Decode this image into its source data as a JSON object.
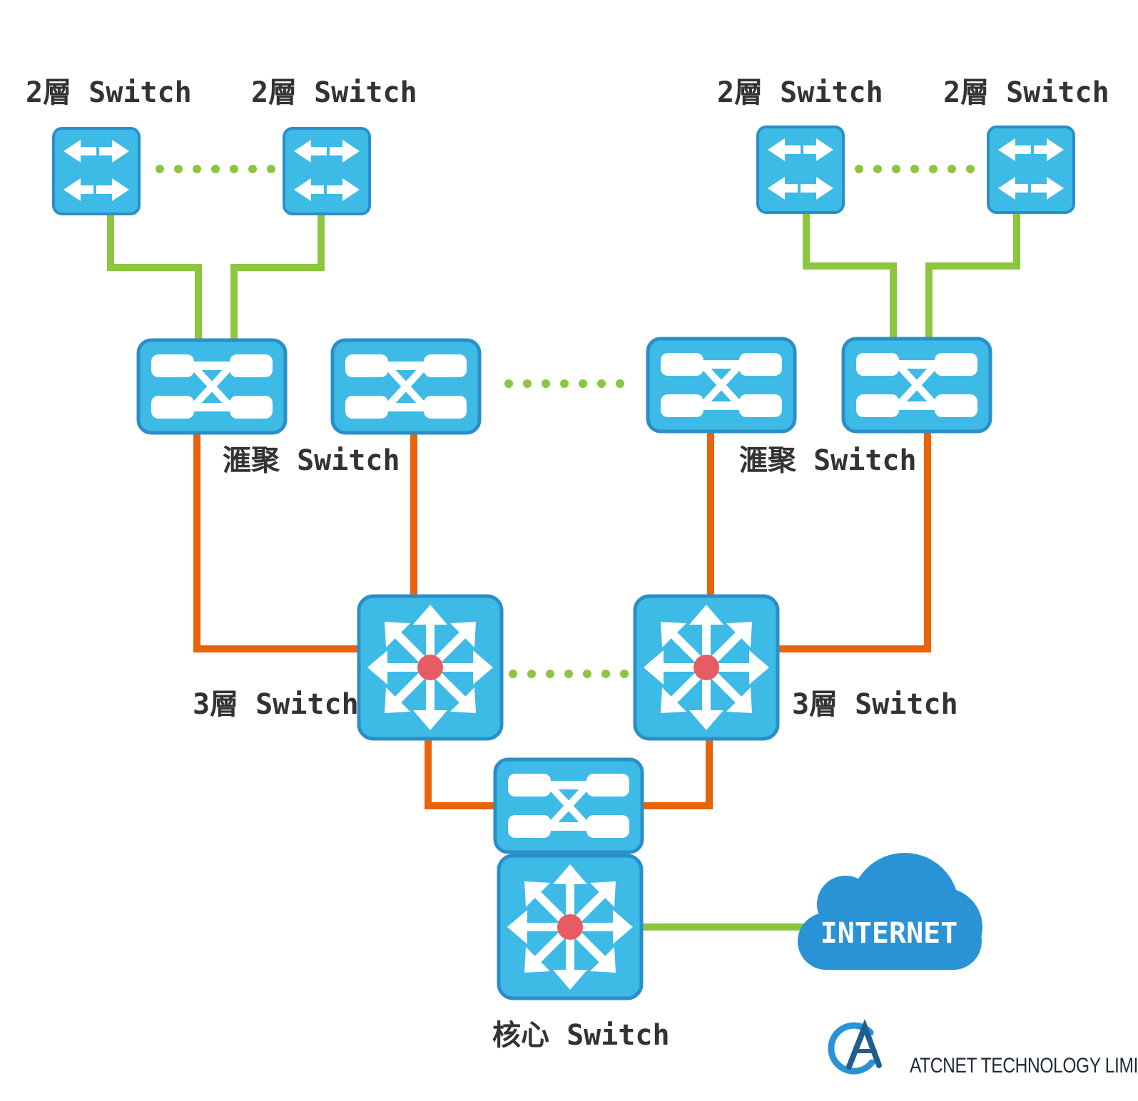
{
  "labels": {
    "l2_a": "2層 Switch",
    "l2_b": "2層 Switch",
    "l2_c": "2層 Switch",
    "l2_d": "2層 Switch",
    "agg_left": "滙聚 Switch",
    "agg_right": "滙聚 Switch",
    "l3_left": "3層 Switch",
    "l3_right": "3層 Switch",
    "core": "核心 Switch",
    "internet": "INTERNET",
    "brand": "ATCNET TECHNOLOGY LIMITED"
  },
  "colors": {
    "device_fill": "#3dbae6",
    "device_border": "#2a8fc9",
    "access_link": "#8cc63f",
    "uplink": "#e8630a",
    "internet_link": "#8cc63f",
    "cloud": "#2a93d5",
    "router_center": "#e65c62",
    "label": "#333333"
  }
}
